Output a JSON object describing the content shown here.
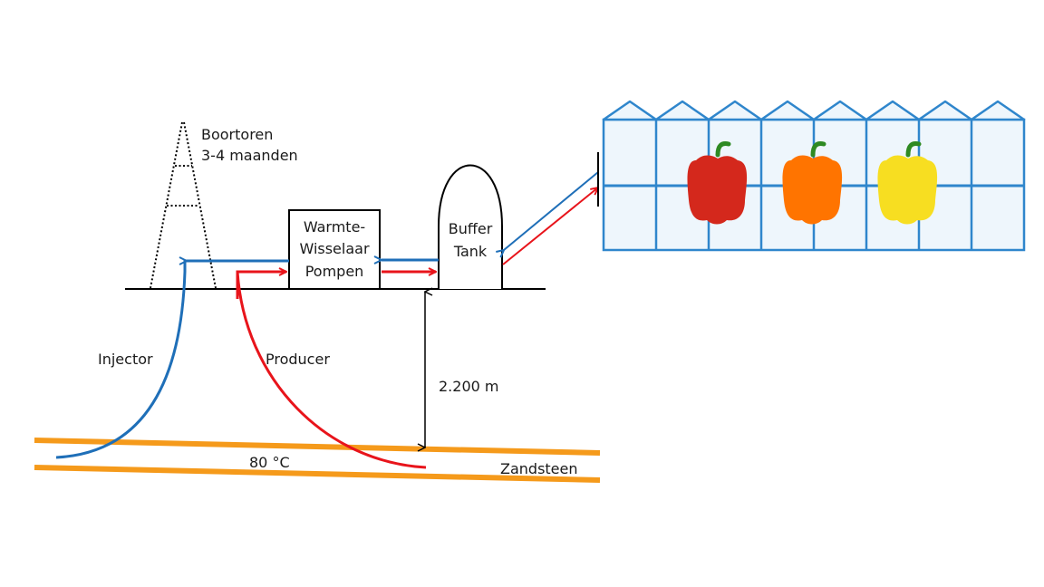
{
  "labels": {
    "tower_title": "Boortoren",
    "tower_duration": "3-4 maanden",
    "exchanger_line1": "Warmte-",
    "exchanger_line2": "Wisselaar",
    "exchanger_line3": "Pompen",
    "buffer_line1": "Buffer",
    "buffer_line2": "Tank",
    "injector": "Injector",
    "producer": "Producer",
    "depth": "2.200 m",
    "temperature": "80 °C",
    "layer": "Zandsteen"
  },
  "colors": {
    "cold_flow": "#1f6fb8",
    "hot_flow": "#e8141b",
    "aquifer": "#f59a1b",
    "greenhouse_frame": "#2f86cc",
    "greenhouse_fill": "#eef6fc",
    "outline": "#000000"
  },
  "greenhouse": {
    "bays": 8,
    "peppers": [
      {
        "name": "red-pepper",
        "color": "#d4281c"
      },
      {
        "name": "orange-pepper",
        "color": "#ff7400"
      },
      {
        "name": "yellow-pepper",
        "color": "#f7de21"
      }
    ],
    "stem_color": "#2e8a22"
  }
}
